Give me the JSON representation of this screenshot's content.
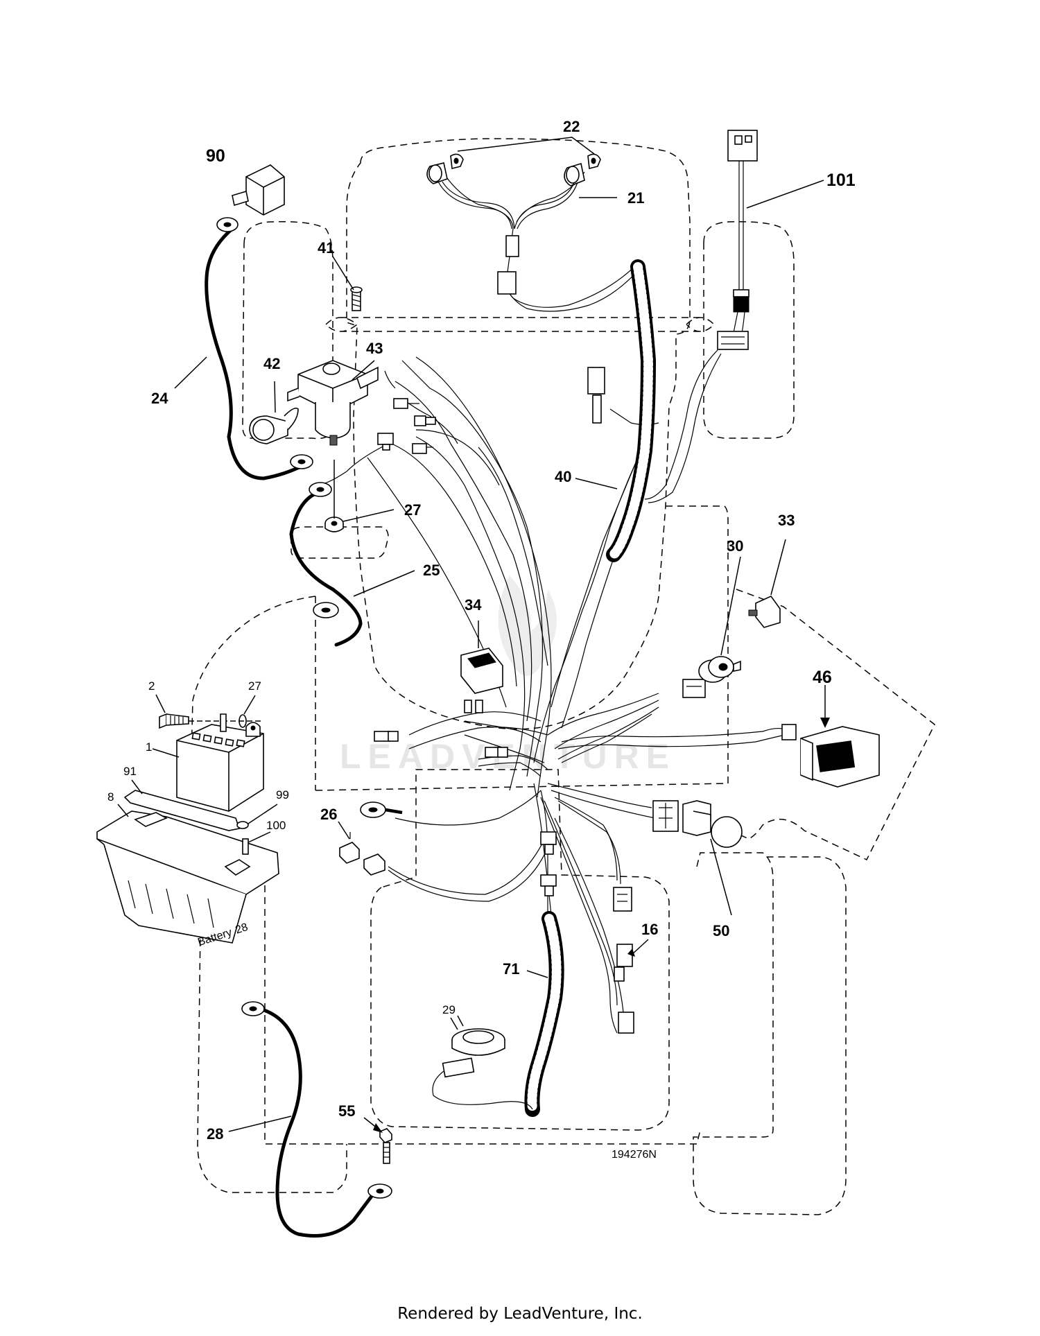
{
  "diagram_code": "194276N",
  "footer_text": "Rendered by LeadVenture, Inc.",
  "watermark_text": "LEADVENTURE",
  "battery_text": "Battery",
  "part_labels": {
    "p1": "1",
    "p2": "2",
    "p8": "8",
    "p16": "16",
    "p21": "21",
    "p22": "22",
    "p24": "24",
    "p25": "25",
    "p26": "26",
    "p27a": "27",
    "p27b": "27",
    "p28a": "28",
    "p28b": "28",
    "p29": "29",
    "p30": "30",
    "p33": "33",
    "p34": "34",
    "p40": "40",
    "p41": "41",
    "p42": "42",
    "p43": "43",
    "p46": "46",
    "p50": "50",
    "p55": "55",
    "p71": "71",
    "p90": "90",
    "p91": "91",
    "p99": "99",
    "p100": "100",
    "p101": "101"
  }
}
